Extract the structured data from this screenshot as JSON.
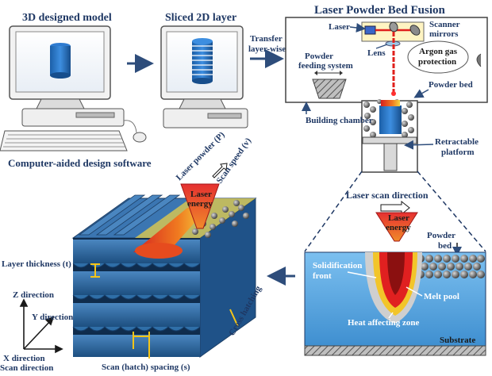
{
  "stages": {
    "model_title": "3D designed model",
    "slice_title": "Sliced 2D layer",
    "transfer_line1": "Transfer",
    "transfer_line2": "layer-wise",
    "cad_caption": "Computer-aided design software"
  },
  "lpbf": {
    "title": "Laser Powder Bed Fusion",
    "laser": "Laser",
    "scanner_line1": "Scanner",
    "scanner_line2": "mirrors",
    "lens": "Lens",
    "argon_line1": "Argon gas",
    "argon_line2": "protection",
    "powder_line1": "Powder",
    "powder_line2": "feeding system",
    "powder_bed": "Powder bed",
    "building_chamber": "Building chamber",
    "retractable_line1": "Retractable",
    "retractable_line2": "platform"
  },
  "meltpool": {
    "scan_direction": "Laser scan direction",
    "laser_energy_line1": "Laser",
    "laser_energy_line2": "energy",
    "powder_bed_line1": "Powder",
    "powder_bed_line2": "bed",
    "solidification_line1": "Solidification",
    "solidification_line2": "front",
    "melt_pool": "Melt pool",
    "haz": "Heat affecting zone",
    "substrate": "Substrate"
  },
  "block": {
    "laser_powder": "Laser powder (P)",
    "scan_speed": "Scan speed (v)",
    "laser_energy_line1": "Laser",
    "laser_energy_line2": "energy",
    "layer_thickness": "Layer thickness (t)",
    "z_direction": "Z direction",
    "y_direction": "Y direction",
    "x_direction": "X direction",
    "scan_direction": "Scan direction",
    "hatch_spacing": "Scan (hatch) spacing (s)",
    "cross_hatching": "Cross hatching"
  },
  "colors": {
    "navy": "#1f3864",
    "arrow": "#2e4d7b",
    "laser": "#e0201c",
    "layer_blue": "#2f6fa8",
    "substrate_blue": "#5aa9e6",
    "melt": "#c81e1e"
  }
}
